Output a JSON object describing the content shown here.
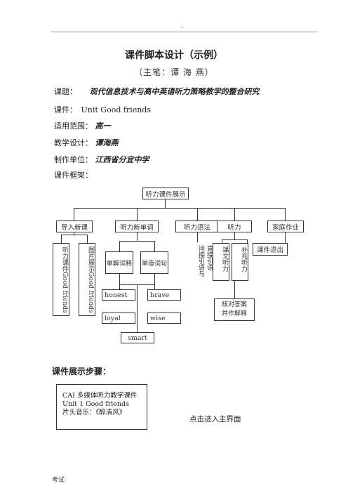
{
  "header": {
    "mark": "."
  },
  "title": "课件脚本设计（示例）",
  "subtitle": "（主笔：谭 海 燕）",
  "fields": [
    {
      "label": "课题：",
      "value": "现代信息技术与高中英语听力策略教学的整合研究",
      "plain": false
    },
    {
      "label": "课件：",
      "value": "Unit Good friends",
      "plain": true
    },
    {
      "label": "适用范围：",
      "value": "高一",
      "plain": false
    },
    {
      "label": "教学设计：",
      "value": "谭海燕",
      "plain": false
    },
    {
      "label": "制作单位：",
      "value": "江西省分宜中学",
      "plain": false
    },
    {
      "label": "课件框架：",
      "value": "",
      "plain": true
    }
  ],
  "diagram": {
    "root": "听力课件展示",
    "level1": [
      "导入新课",
      "听力新单词",
      "听力语法",
      "听力",
      "家庭作业"
    ],
    "intro_children": [
      "听力课件Good friends",
      "图片展示Good friends"
    ],
    "vocab_children": [
      "单解词释",
      "单造词句"
    ],
    "vocab_words": [
      "honest",
      "brave",
      "loyal",
      "wise",
      "smart"
    ],
    "grammar_children": [
      "直接引语",
      "间接引语与"
    ],
    "listening_children": [
      "课文听力",
      "补充听力"
    ],
    "answer": "核对答案并作解释",
    "homework_child": "课件退出"
  },
  "steps_heading": "课件展示步骤：",
  "cai": {
    "line1": "CAI 多媒体听力教学课件",
    "line2": "Unit 1 Good friends",
    "line3": "片头音乐：《醉清风》"
  },
  "enter_text": "点击进入主界面",
  "footer": "考试"
}
